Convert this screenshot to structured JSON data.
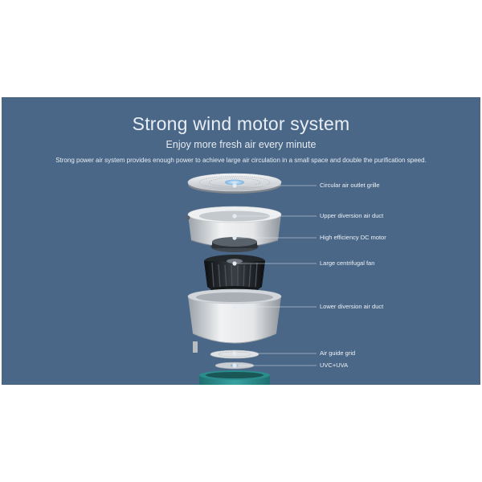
{
  "banner": {
    "title": "Strong wind motor system",
    "subtitle": "Enjoy more fresh air every minute",
    "description": "Strong power air system provides enough power to achieve large air circulation in a small space and double the purification speed.",
    "background_color": "#4a6787",
    "text_color": "#e9eef4"
  },
  "components": [
    {
      "label": "Circular air outlet grille"
    },
    {
      "label": "Upper diversion air duct"
    },
    {
      "label": "High efficiency DC motor"
    },
    {
      "label": "Large centrifugal fan"
    },
    {
      "label": "Lower diversion air duct"
    },
    {
      "label": "Air guide grid"
    },
    {
      "label": "UVC+UVA"
    }
  ],
  "accent_color": "#2a8c8c"
}
